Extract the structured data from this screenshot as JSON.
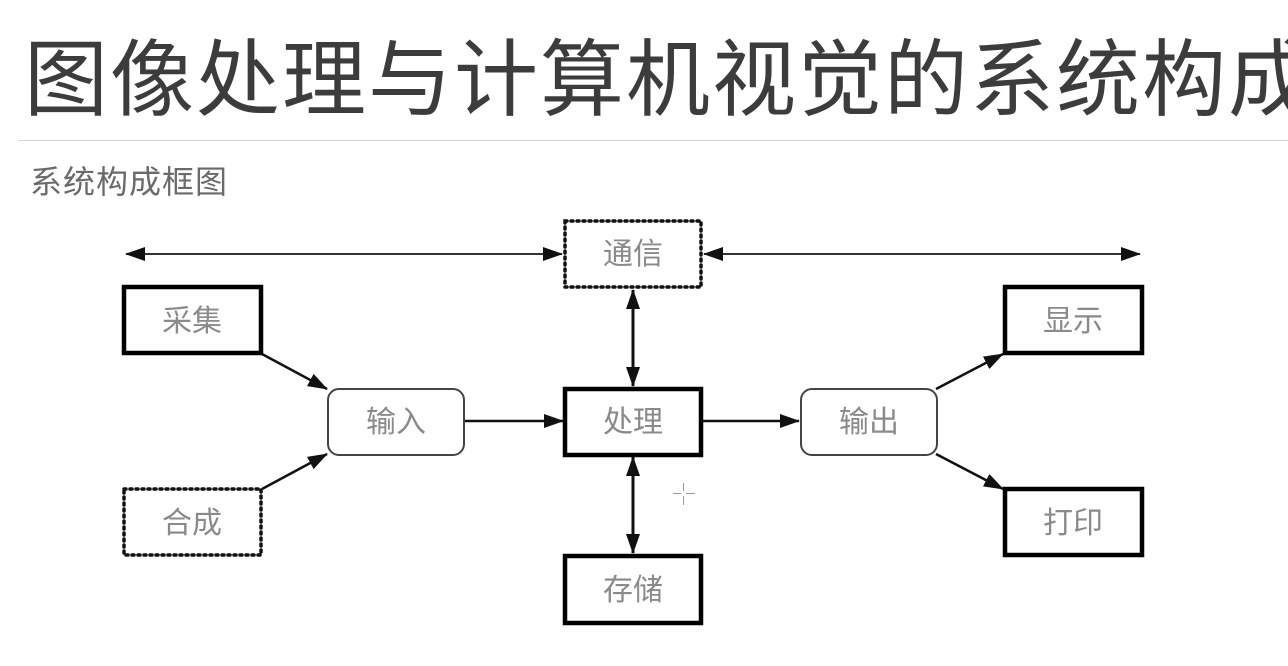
{
  "slide": {
    "title": "图像处理与计算机视觉的系统构成",
    "subtitle": "系统构成框图"
  },
  "diagram": {
    "nodes": [
      {
        "id": "communication",
        "label": "通信",
        "style": "dotted"
      },
      {
        "id": "acquisition",
        "label": "采集",
        "style": "thick"
      },
      {
        "id": "synthesis",
        "label": "合成",
        "style": "dotted"
      },
      {
        "id": "input",
        "label": "输入",
        "style": "rounded"
      },
      {
        "id": "processing",
        "label": "处理",
        "style": "thick"
      },
      {
        "id": "output",
        "label": "输出",
        "style": "rounded"
      },
      {
        "id": "display",
        "label": "显示",
        "style": "thick"
      },
      {
        "id": "print",
        "label": "打印",
        "style": "thick"
      },
      {
        "id": "storage",
        "label": "存储",
        "style": "thick"
      }
    ],
    "edges": [
      {
        "from": "external-left",
        "to": "communication",
        "direction": "bidirectional"
      },
      {
        "from": "communication",
        "to": "external-right",
        "direction": "bidirectional"
      },
      {
        "from": "acquisition",
        "to": "input",
        "direction": "forward"
      },
      {
        "from": "synthesis",
        "to": "input",
        "direction": "forward"
      },
      {
        "from": "input",
        "to": "processing",
        "direction": "forward"
      },
      {
        "from": "communication",
        "to": "processing",
        "direction": "bidirectional"
      },
      {
        "from": "processing",
        "to": "storage",
        "direction": "bidirectional"
      },
      {
        "from": "processing",
        "to": "output",
        "direction": "forward"
      },
      {
        "from": "output",
        "to": "display",
        "direction": "forward"
      },
      {
        "from": "output",
        "to": "print",
        "direction": "forward"
      }
    ]
  },
  "cursor": {
    "icon": "crosshair-cursor-icon"
  }
}
